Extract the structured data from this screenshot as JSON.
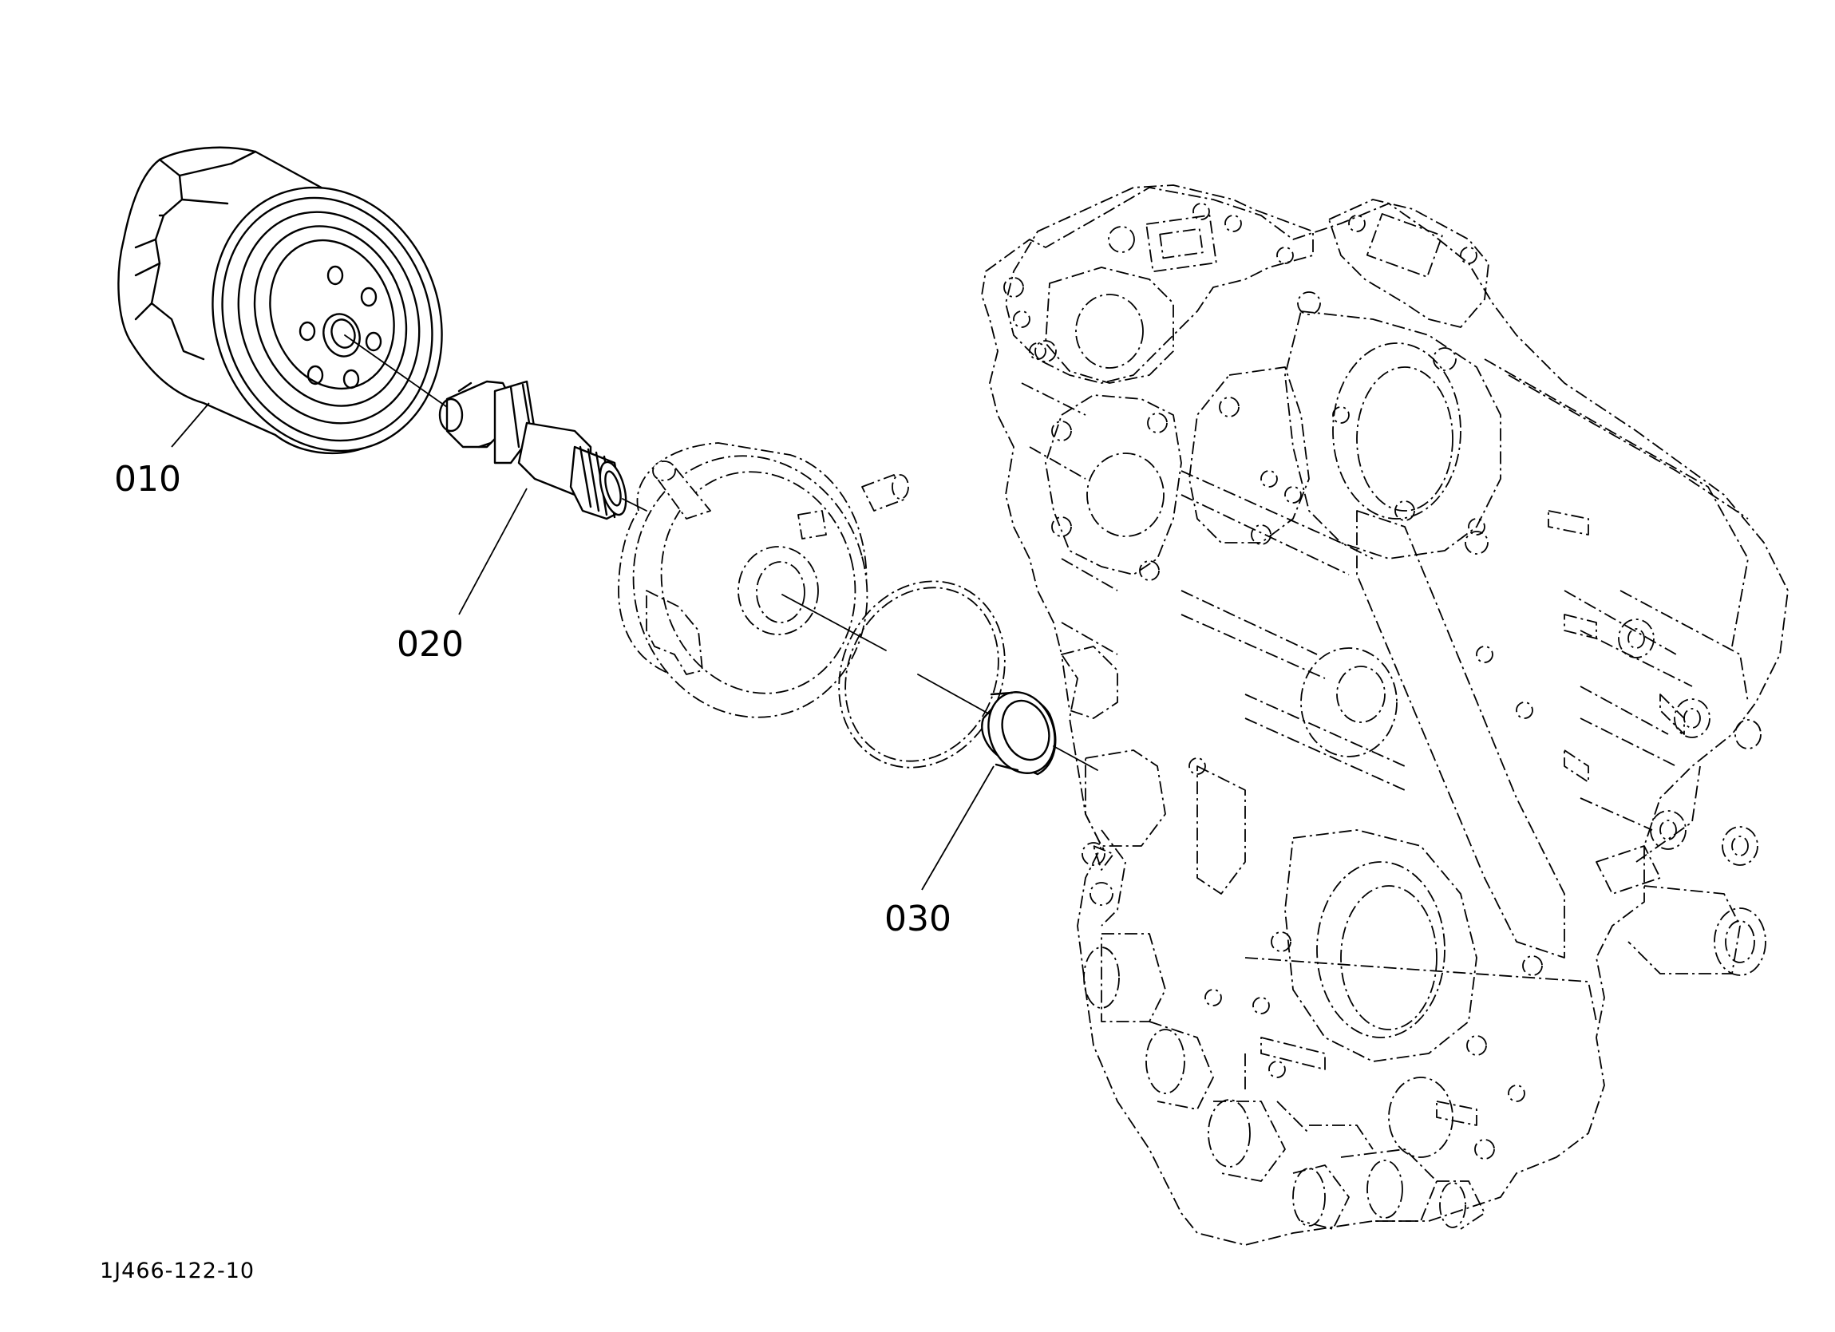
{
  "parts": [
    {
      "code": "010",
      "name": "oil-filter-cartridge"
    },
    {
      "code": "020",
      "name": "threaded-pipe-joint"
    },
    {
      "code": "030",
      "name": "oil-seal-ring"
    }
  ],
  "other_components": [
    "oil-cooler",
    "o-ring",
    "gear-case"
  ],
  "document_number": "1J466-122-10",
  "colors": {
    "line": "#000000",
    "background": "#ffffff"
  }
}
